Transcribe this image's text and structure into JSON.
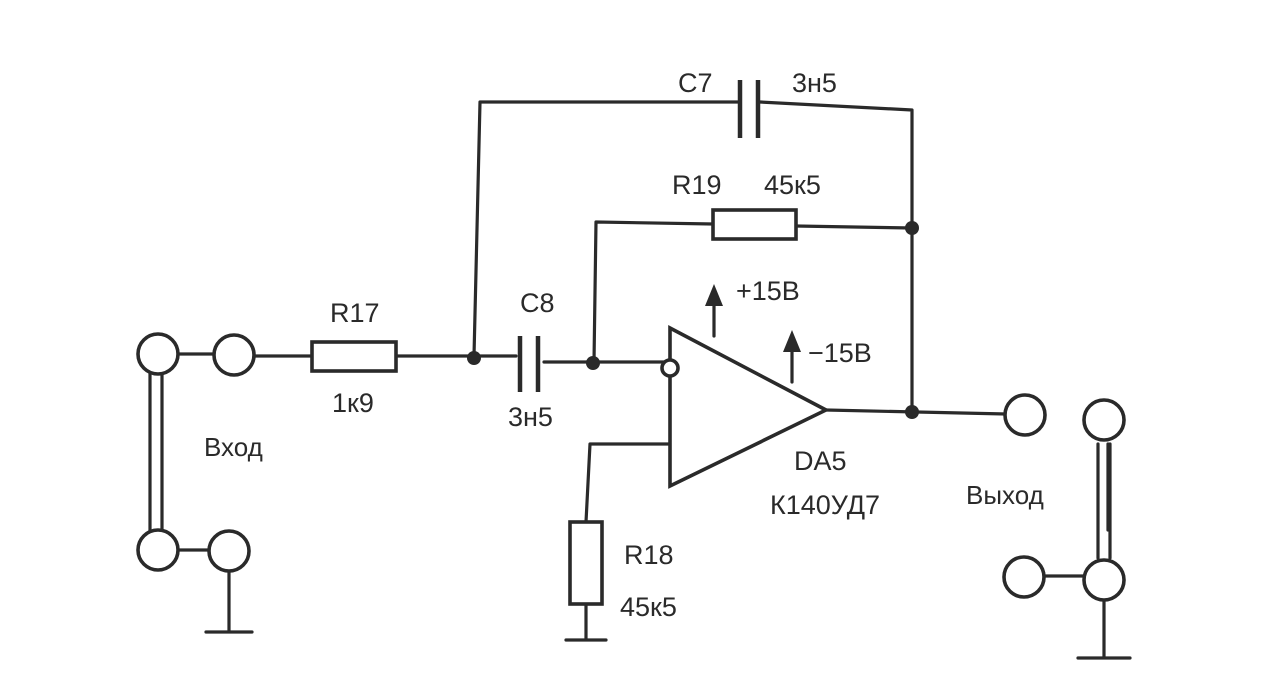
{
  "components": {
    "c7": {
      "ref": "C7",
      "value": "3н5"
    },
    "r19": {
      "ref": "R19",
      "value": "45к5"
    },
    "r17": {
      "ref": "R17",
      "value": "1к9"
    },
    "c8": {
      "ref": "C8",
      "value": "3н5"
    },
    "r18": {
      "ref": "R18",
      "value": "45к5"
    },
    "da5": {
      "ref": "DA5",
      "value": "К140УД7"
    }
  },
  "power": {
    "positive": "+15В",
    "negative": "−15В"
  },
  "ports": {
    "input": "Вход",
    "output": "Выход"
  }
}
